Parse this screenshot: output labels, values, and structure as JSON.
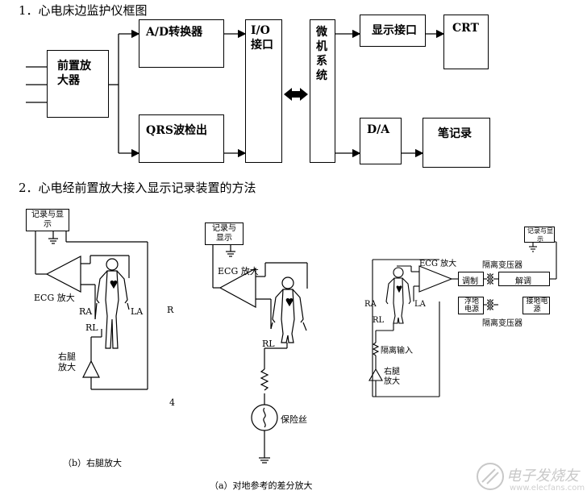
{
  "section1": {
    "heading": "1．心电床边监护仪框图",
    "blocks": {
      "preamp": "前置放大器",
      "adc": "A/D转换器",
      "qrs": "QRS波检出",
      "io": "I/O接口",
      "micro": "微机系统",
      "display_if": "显示接口",
      "crt": "CRT",
      "da": "D/A",
      "recorder": "笔记录"
    }
  },
  "section2": {
    "heading": "2．心电经前置放大接入显示记录装置的方法",
    "diag_b": {
      "record_display": "记录与显示",
      "ecg_amp": "ECG 放大",
      "ra": "RA",
      "la": "LA",
      "rl": "RL",
      "rl_amp": "右腿放大",
      "caption": "（b）右腿放大"
    },
    "diag_a": {
      "record_display": "记录与显示",
      "ecg_amp": "ECG 放大",
      "rl": "RL",
      "fuse": "保险丝",
      "caption": "（a）对地参考的差分放大"
    },
    "diag_c": {
      "record_display": "记录与显示",
      "ecg_amp": "ECG 放大",
      "isolation_tf_top": "隔离变压器",
      "modulate": "调制",
      "demodulate": "解调",
      "floating_power": "浮地电源",
      "ground_power": "接地电源",
      "isolation_tf_bottom": "隔离变压器",
      "ra": "RA",
      "la": "LA",
      "rl": "RL",
      "isolated_input": "隔离输入",
      "rl_amp": "右腿放大"
    },
    "stray": {
      "r": "R",
      "four": "4"
    }
  },
  "watermark": {
    "brand": "电子发烧友",
    "url": "www.elecfans.com"
  }
}
